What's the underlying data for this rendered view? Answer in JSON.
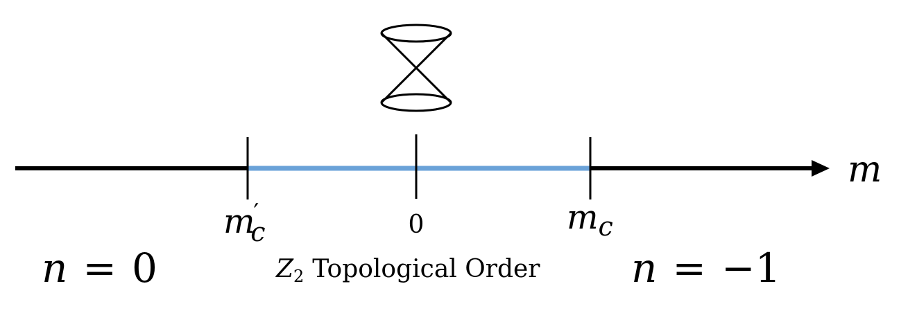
{
  "axis": {
    "variable": "m",
    "colors": {
      "axis": "#000000",
      "highlight": "#6aa2d8"
    }
  },
  "ticks": {
    "left": {
      "main": "m",
      "prime": "′",
      "sub": "c"
    },
    "center": {
      "label": "0"
    },
    "right": {
      "main": "m",
      "sub": "c"
    }
  },
  "phases": {
    "left": {
      "lhs": "n",
      "eq": "=",
      "rhs": "0"
    },
    "middle": {
      "prefix": "Z",
      "sub": "2",
      "text": "Topological Order"
    },
    "right": {
      "lhs": "n",
      "eq": "=",
      "rhs": "−1"
    }
  },
  "icon": "dirac-cone-icon"
}
